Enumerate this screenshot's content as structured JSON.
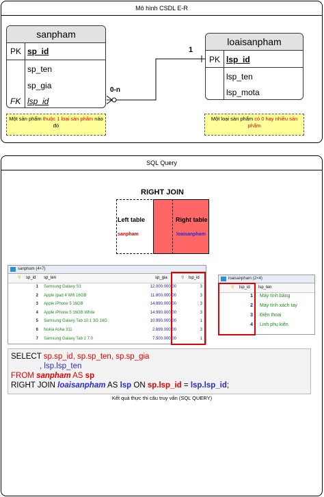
{
  "er": {
    "title": "Mô hình CSDL E-R",
    "sanpham": {
      "name": "sanpham",
      "pk": "PK",
      "fk": "FK",
      "pk_field": "sp_id",
      "fields": [
        "sp_ten",
        "sp_gia"
      ],
      "fk_field": "lsp_id"
    },
    "loaisanpham": {
      "name": "loaisanpham",
      "pk": "PK",
      "pk_field": "lsp_id",
      "fields": [
        "lsp_ten",
        "lsp_mota"
      ]
    },
    "card_many": "0-n",
    "card_one": "1",
    "note_left": {
      "pre": "Một sản phẩm ",
      "hi": "thuộc 1 loại sản phẩm",
      "post": " nào đó"
    },
    "note_right": {
      "pre": "Một loại sản phẩm ",
      "hi": "có 0 hay nhiều sản phẩm",
      "post": ""
    }
  },
  "sql_section": {
    "title": "SQL Query",
    "venn": {
      "title": "RIGHT JOIN",
      "left_label": "Left table",
      "left_name": "sanpham",
      "right_label": "Right table",
      "right_name": "loaisanpham"
    },
    "grid_sanpham": {
      "title": "sanpham (4×7)",
      "headers": [
        "sp_id",
        "sp_ten",
        "sp_gia",
        "lsp_id"
      ],
      "rows": [
        [
          "1",
          "Samsung Galaxy S3",
          "12.000.000,00",
          "3"
        ],
        [
          "2",
          "Apple Ipad 4 Wifi 16GB",
          "11.800.000,00",
          "3"
        ],
        [
          "3",
          "Apple iPhone 5 16GB",
          "14.890.000,00",
          "3"
        ],
        [
          "4",
          "Apple iPhone 5 16GB White",
          "14.990.000,00",
          "3"
        ],
        [
          "5",
          "Samsung Galaxy Tab 10.1 3G 16G",
          "10.990.000,00",
          "1"
        ],
        [
          "6",
          "Nokia Asha 311",
          "2.699.000,00",
          "3"
        ],
        [
          "7",
          "Samsung Galaxy Tab 2 7.0",
          "7.500.000,00",
          "1"
        ]
      ]
    },
    "grid_loaisanpham": {
      "title": "loaisanpham (2×4)",
      "headers": [
        "lsp_id",
        "lsp_ten"
      ],
      "rows": [
        [
          "1",
          "Máy tính bảng"
        ],
        [
          "2",
          "Máy tính xách tay"
        ],
        [
          "3",
          "Điện thoại"
        ],
        [
          "4",
          "Linh phụ kiện"
        ]
      ]
    },
    "sql": {
      "select_kw": "SELECT ",
      "select_cols": "sp.sp_id, sp.sp_ten, sp.sp_gia",
      "line2": ", lsp.lsp_ten",
      "from_kw": "FROM ",
      "from_table": "sanpham",
      "as_kw": " AS ",
      "from_alias": "sp",
      "join_kw": "RIGHT JOIN ",
      "join_table": "loaisanpham",
      "as_kw2": " AS ",
      "join_alias": "lsp",
      "on_kw": " ON ",
      "cond_left": "sp.lsp_id",
      "eq": " = ",
      "cond_right": "lsp.lsp_id",
      "semi": ";"
    },
    "caption": "Kết quả thực thi câu truy vấn (SQL QUERY)"
  },
  "colors": {
    "highlight_red": "#e00000",
    "venn_fill": "#ff6666",
    "note_bg": "#ffff99",
    "green_text": "#1a8a1a",
    "blue_text": "#2a2ad0"
  }
}
